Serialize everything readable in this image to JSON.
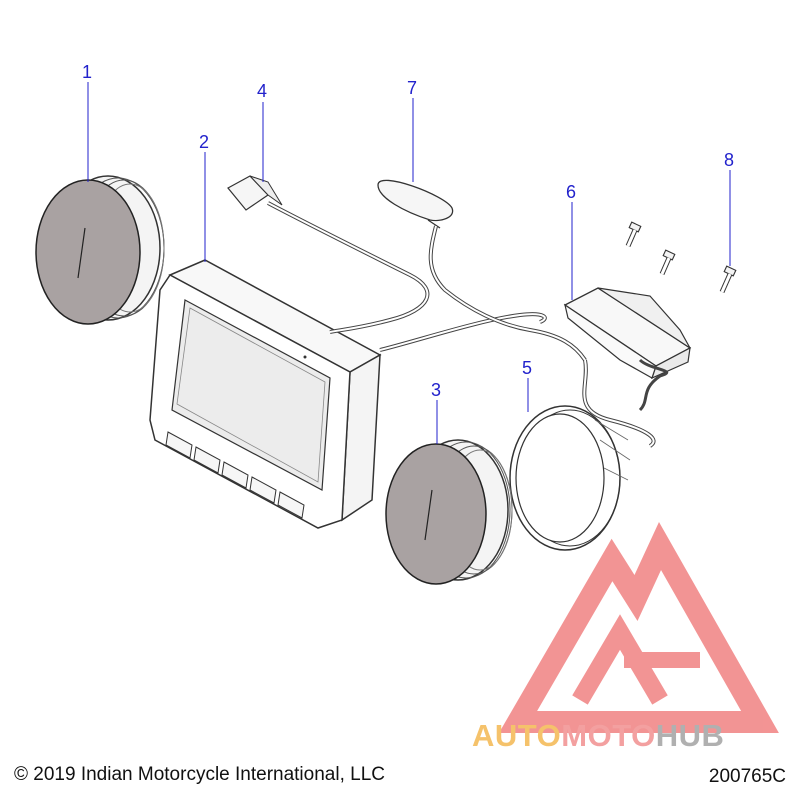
{
  "callouts": [
    {
      "id": "1",
      "label": "1"
    },
    {
      "id": "2",
      "label": "2"
    },
    {
      "id": "3",
      "label": "3"
    },
    {
      "id": "4",
      "label": "4"
    },
    {
      "id": "5",
      "label": "5"
    },
    {
      "id": "6",
      "label": "6"
    },
    {
      "id": "7",
      "label": "7"
    },
    {
      "id": "8",
      "label": "8"
    }
  ],
  "copyright": "© 2019 Indian Motorcycle International, LLC",
  "reference_code": "200765C",
  "watermark": {
    "text_part1": "AUTO",
    "text_part2": "MOTO",
    "text_part3": "HUB"
  },
  "colors": {
    "callout": "#2222cc",
    "line": "#333333",
    "lens_fill": "#a9a2a2",
    "watermark_red": "#ee6b6b",
    "watermark_yellow": "#f5c26b",
    "watermark_gray": "#b0b0b0"
  }
}
